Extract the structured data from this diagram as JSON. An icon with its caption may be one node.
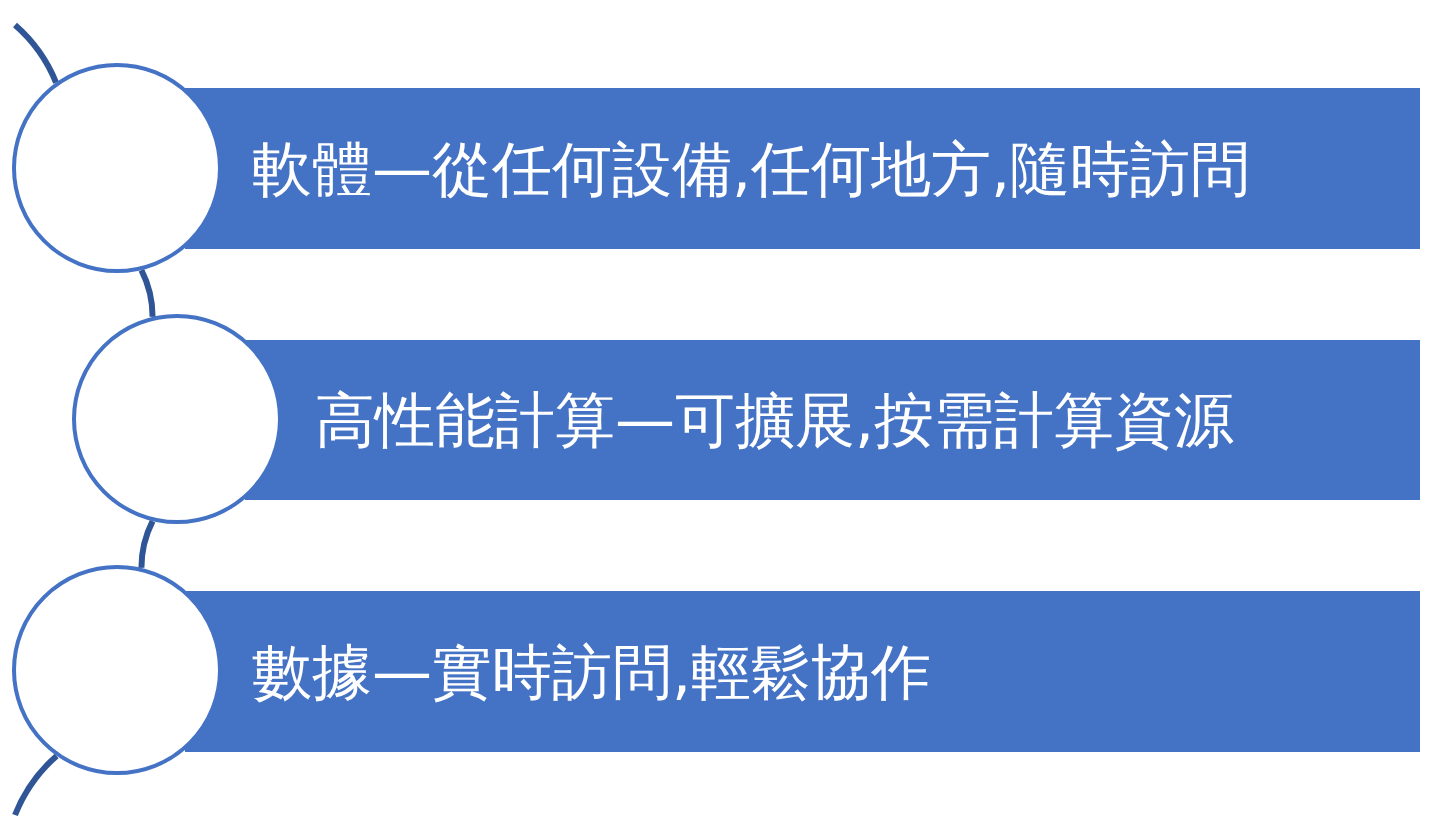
{
  "diagram": {
    "nodes": [
      {
        "text": [
          "軟體—從任何設備,任何地方,隨時訪問"
        ]
      },
      {
        "text": [
          "高性能計算—可擴展,按需計算資源"
        ]
      },
      {
        "text": [
          "數據—實時訪問,輕鬆協作"
        ]
      },
      {
        "text": [],
        "shape": "circle"
      },
      {
        "text": [],
        "shape": "circle"
      },
      {
        "text": [],
        "shape": "circle"
      }
    ],
    "edges": [
      {
        "from": null,
        "to": 3,
        "arrow": "none"
      },
      {
        "from": 3,
        "to": 4,
        "arrow": "none"
      },
      {
        "from": 4,
        "to": 5,
        "arrow": "none"
      },
      {
        "from": 5,
        "to": null,
        "arrow": "none"
      }
    ]
  }
}
